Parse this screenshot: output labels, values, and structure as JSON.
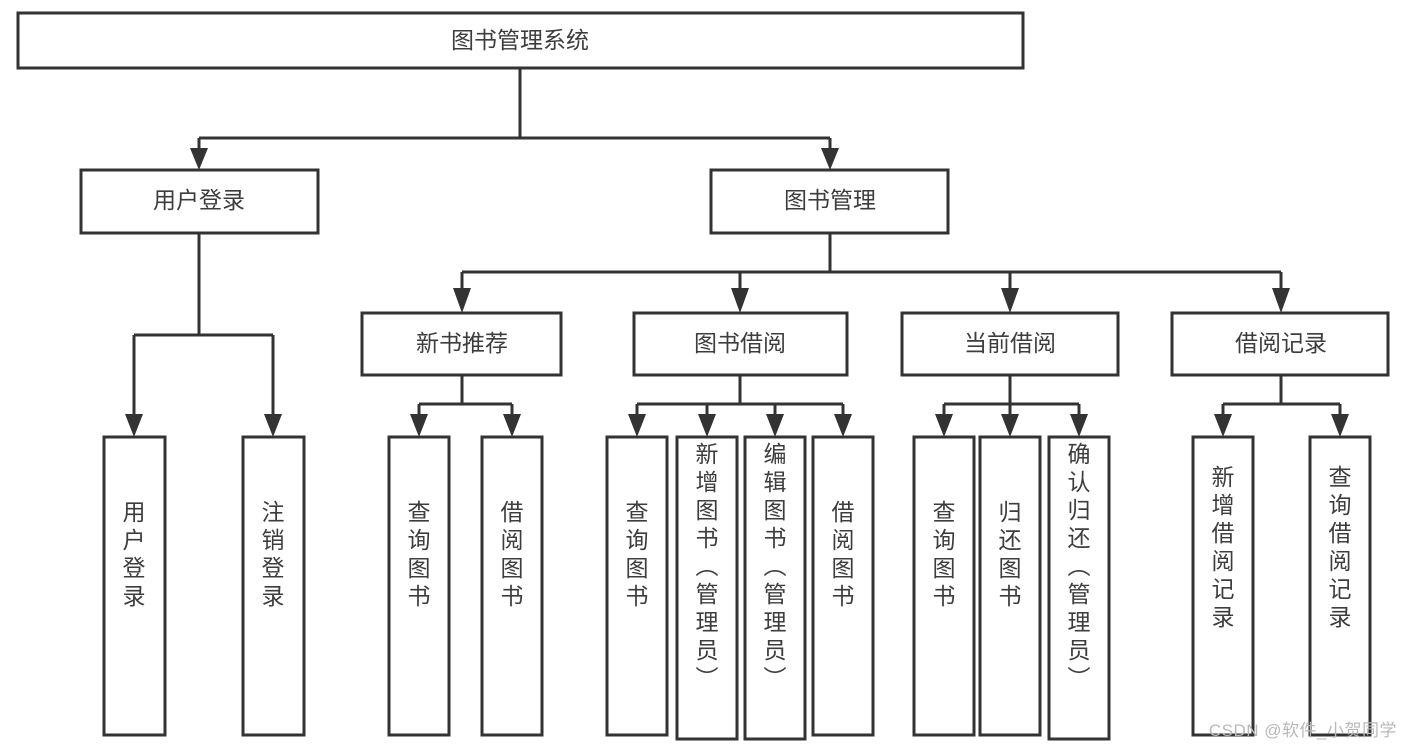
{
  "diagram": {
    "type": "tree",
    "title": "图书管理系统",
    "watermark": "CSDN @软件_小贺同学",
    "colors": {
      "stroke": "#333333",
      "box_fill": "#ffffff",
      "text": "#3d3d3d",
      "background": "#ffffff",
      "watermark": "#b9b9b9"
    },
    "nodes": {
      "root": {
        "label": "图书管理系统"
      },
      "level2": [
        {
          "id": "user-login",
          "label": "用户登录"
        },
        {
          "id": "book-management",
          "label": "图书管理"
        }
      ],
      "level3": [
        {
          "id": "new-book-recommend",
          "label": "新书推荐"
        },
        {
          "id": "book-borrow",
          "label": "图书借阅"
        },
        {
          "id": "current-borrow",
          "label": "当前借阅"
        },
        {
          "id": "borrow-record",
          "label": "借阅记录"
        }
      ],
      "leaves": {
        "user_login": [
          {
            "id": "leaf-user-login",
            "label": "用户登录"
          },
          {
            "id": "leaf-logout-login",
            "label": "注销登录"
          }
        ],
        "new_book_recommend": [
          {
            "id": "leaf-query-book-1",
            "label": "查询图书"
          },
          {
            "id": "leaf-borrow-book-1",
            "label": "借阅图书"
          }
        ],
        "book_borrow": [
          {
            "id": "leaf-query-book-2",
            "label": "查询图书"
          },
          {
            "id": "leaf-add-book-admin",
            "label": "新增图书（管理员）"
          },
          {
            "id": "leaf-edit-book-admin",
            "label": "编辑图书（管理员）"
          },
          {
            "id": "leaf-borrow-book-2",
            "label": "借阅图书"
          }
        ],
        "current_borrow": [
          {
            "id": "leaf-query-book-3",
            "label": "查询图书"
          },
          {
            "id": "leaf-return-book",
            "label": "归还图书"
          },
          {
            "id": "leaf-confirm-return-admin",
            "label": "确认归还（管理员）"
          }
        ],
        "borrow_record": [
          {
            "id": "leaf-add-borrow-record",
            "label": "新增借阅记录"
          },
          {
            "id": "leaf-query-borrow-record",
            "label": "查询借阅记录"
          }
        ]
      }
    }
  }
}
